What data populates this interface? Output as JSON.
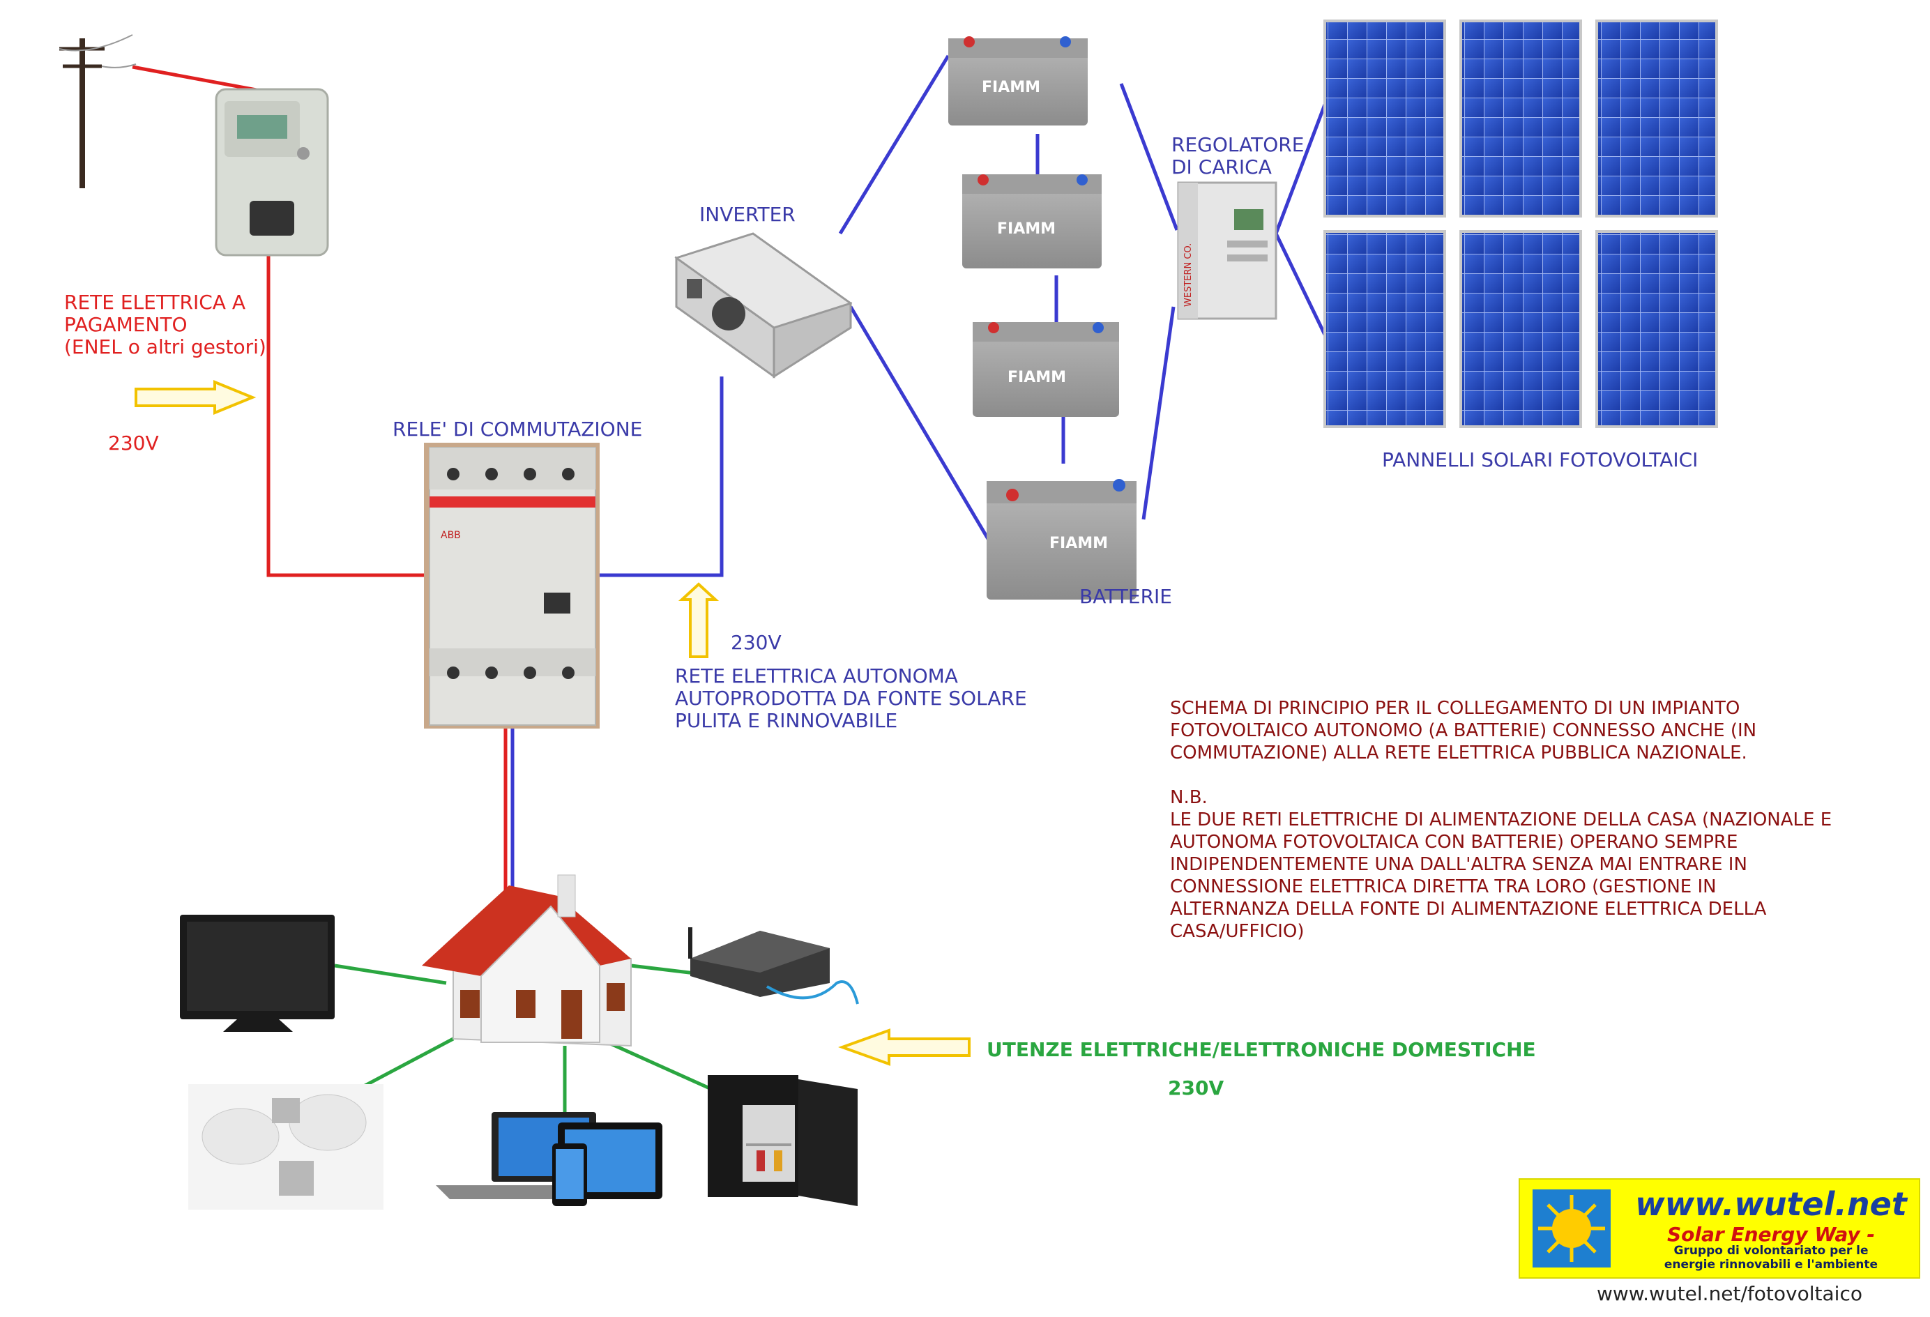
{
  "labels": {
    "rete_pagamento": "RETE ELETTRICA A\nPAGAMENTO\n(ENEL o altri gestori)",
    "v230_grid": "230V",
    "rele": "RELE' DI COMMUTAZIONE",
    "inverter": "INVERTER",
    "regolatore": "REGOLATORE\nDI CARICA",
    "pannelli": "PANNELLI SOLARI FOTOVOLTAICI",
    "batterie": "BATTERIE",
    "v230_auto": "230V",
    "rete_autonoma": "RETE ELETTRICA AUTONOMA\nAUTOPRODOTTA DA FONTE SOLARE\nPULITA E RINNOVABILE",
    "schema": "SCHEMA DI PRINCIPIO PER IL COLLEGAMENTO DI UN IMPIANTO\nFOTOVOLTAICO AUTONOMO (A BATTERIE) CONNESSO ANCHE (IN\nCOMMUTAZIONE) ALLA RETE ELETTRICA PUBBLICA NAZIONALE.\n\nN.B.\nLE DUE RETI ELETTRICHE DI ALIMENTAZIONE DELLA CASA (NAZIONALE E\nAUTONOMA FOTOVOLTAICA CON BATTERIE) OPERANO SEMPRE\nINDIPENDENTEMENTE UNA DALL'ALTRA SENZA MAI ENTRARE IN\nCONNESSIONE ELETTRICA DIRETTA TRA LORO (GESTIONE IN\nALTERNANZA DELLA FONTE DI ALIMENTAZIONE ELETTRICA DELLA\nCASA/UFFICIO)",
    "utenze": "UTENZE ELETTRICHE/ELETTRONICHE DOMESTICHE",
    "v230_home": "230V",
    "url": "www.wutel.net/fotovoltaico"
  },
  "logo": {
    "title": "www.wutel.net",
    "subtitle": "Solar Energy Way -",
    "desc": "Gruppo di volontariato per le\nenergie rinnovabili e l'ambiente"
  },
  "device_labels": {
    "battery_brand": "FIAMM",
    "regulator_brand": "WESTERN CO.",
    "relay_brand": "ABB"
  },
  "colors": {
    "grid_line": "#e02020",
    "solar_line": "#3a3ad0",
    "home_line": "#2aa640",
    "arrow": "#f2c200"
  }
}
